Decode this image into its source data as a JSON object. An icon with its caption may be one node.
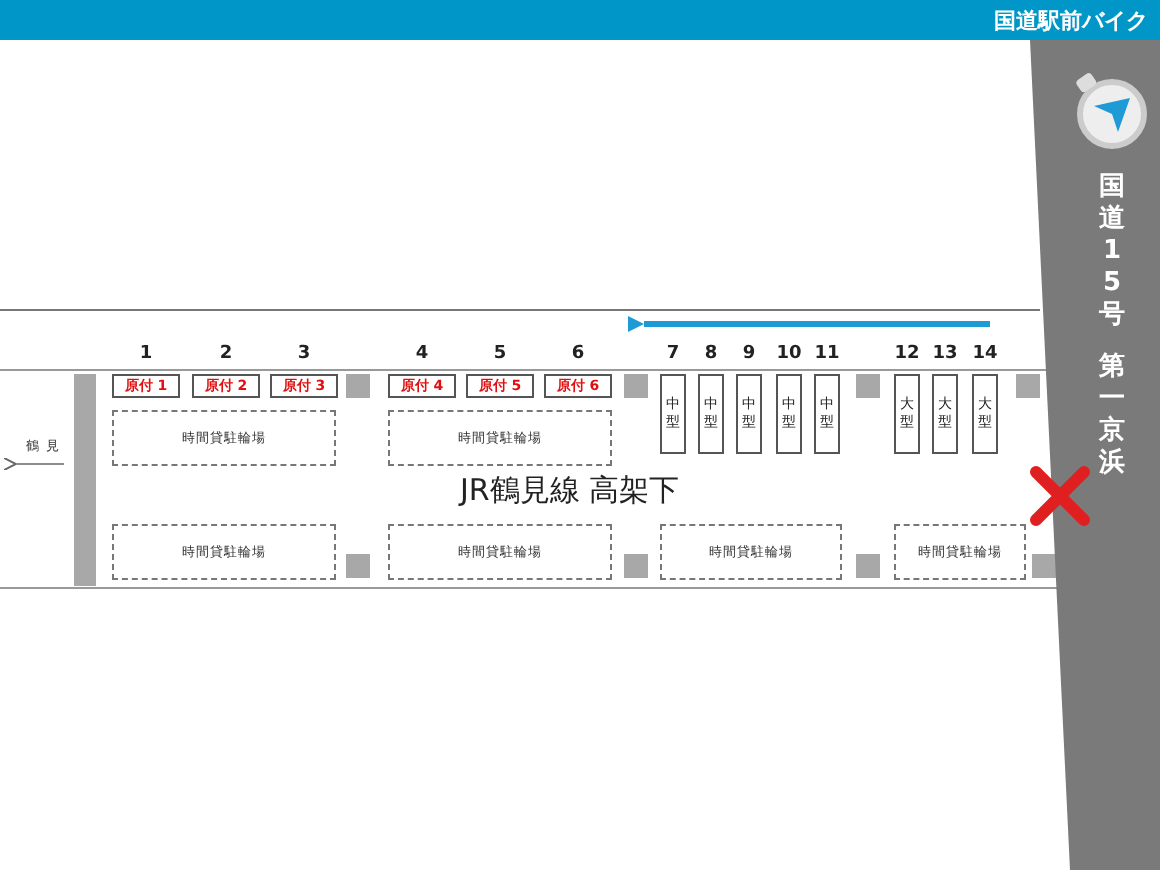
{
  "diagram": {
    "title": "国道駅前バイク",
    "nodes": [
      {
        "text": [
          "原付 1"
        ],
        "beside": [
          "1"
        ]
      },
      {
        "text": [
          "原付 2"
        ],
        "beside": [
          "2"
        ]
      },
      {
        "text": [
          "原付 3"
        ],
        "beside": [
          "3"
        ]
      },
      {
        "text": [
          "原付 4"
        ],
        "beside": [
          "4"
        ]
      },
      {
        "text": [
          "原付 5"
        ],
        "beside": [
          "5"
        ]
      },
      {
        "text": [
          "原付 6"
        ],
        "beside": [
          "6"
        ]
      },
      {
        "text": [
          "中型"
        ],
        "beside": [
          "7"
        ]
      },
      {
        "text": [
          "中型"
        ],
        "beside": [
          "8"
        ]
      },
      {
        "text": [
          "中型"
        ],
        "beside": [
          "9"
        ]
      },
      {
        "text": [
          "中型"
        ],
        "beside": [
          "10"
        ]
      },
      {
        "text": [
          "中型"
        ],
        "beside": [
          "11"
        ]
      },
      {
        "text": [
          "大型"
        ],
        "beside": [
          "12"
        ]
      },
      {
        "text": [
          "大型"
        ],
        "beside": [
          "13"
        ]
      },
      {
        "text": [
          "大型"
        ],
        "beside": [
          "14"
        ]
      },
      {
        "text": [
          "時間貸駐輪場"
        ]
      },
      {
        "text": [
          "時間貸駐輪場"
        ]
      },
      {
        "text": [
          "時間貸駐輪場"
        ]
      },
      {
        "text": [
          "時間貸駐輪場"
        ]
      },
      {
        "text": [
          "時間貸駐輪場"
        ]
      },
      {
        "text": [
          "時間貸駐輪場"
        ]
      },
      {
        "text": [
          "国道15号",
          "第一京浜"
        ]
      }
    ],
    "edges": [],
    "labels": [
      "鶴見",
      "JR鶴見線 高架下"
    ]
  }
}
